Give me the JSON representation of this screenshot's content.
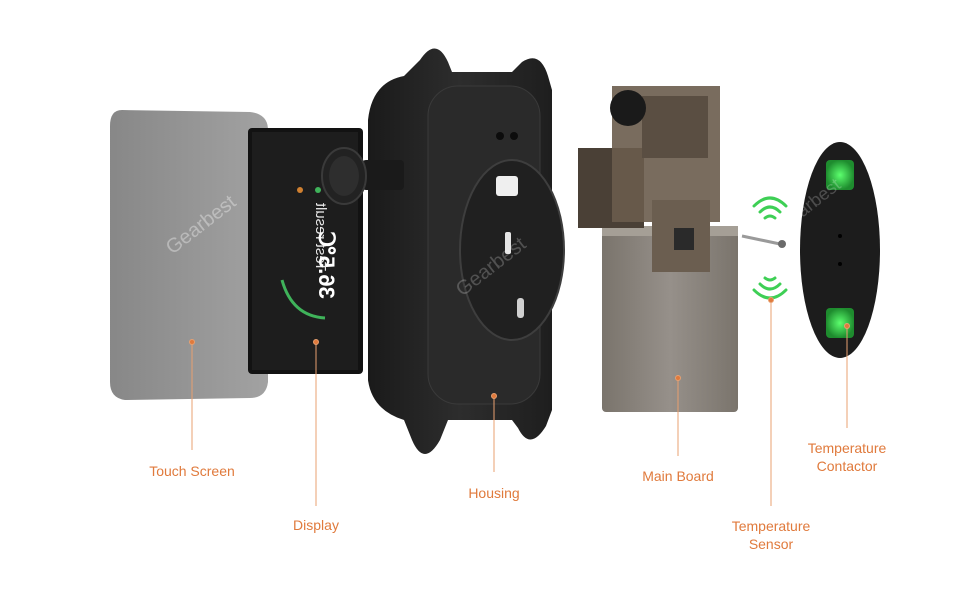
{
  "colors": {
    "label": "#e07a3c",
    "leader": "#e8a070",
    "screen_grey": "#8a8a8a",
    "body_dark": "#232323",
    "board_metal": "#8a8378",
    "sensor_green": "#2fcf4a"
  },
  "display_screen": {
    "title": "Test result",
    "value": "36.5℃"
  },
  "labels": {
    "touch_screen": "Touch Screen",
    "display": "Display",
    "housing": "Housing",
    "main_board": "Main Board",
    "temperature_sensor": [
      "Temperature",
      "Sensor"
    ],
    "temperature_contactor": [
      "Temperature",
      "Contactor"
    ]
  },
  "watermark": "Gearbest"
}
